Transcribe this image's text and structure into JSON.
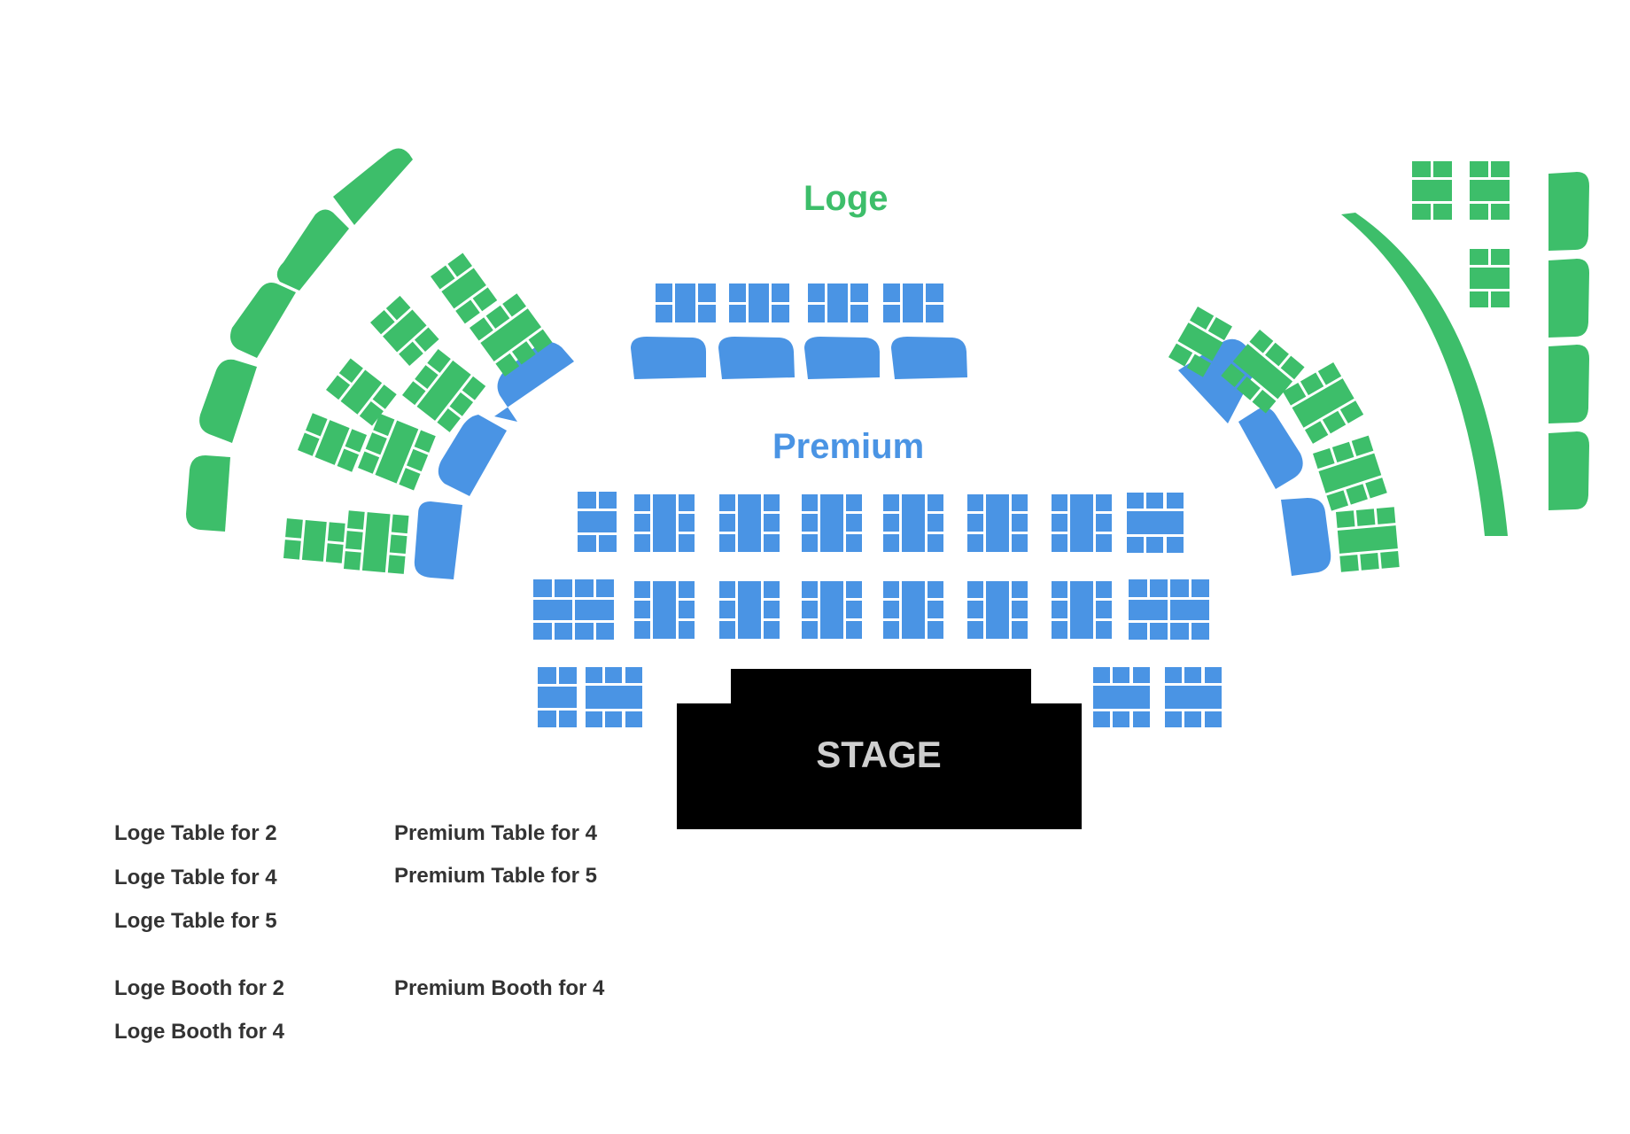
{
  "colors": {
    "loge": "#3dbe6a",
    "premium": "#4a94e4",
    "stage": "#000000",
    "stage_text": "#cfcfcf",
    "legend_text": "#333333"
  },
  "labels": {
    "loge": "Loge",
    "premium": "Premium",
    "stage": "STAGE"
  },
  "legend": {
    "loge": [
      {
        "label": "Loge Table for 2"
      },
      {
        "label": "Loge Table for 4"
      },
      {
        "label": "Loge Table for 5"
      },
      {
        "label": "Loge Booth for 2"
      },
      {
        "label": "Loge Booth for 4"
      }
    ],
    "premium": [
      {
        "label": "Premium Table for 4"
      },
      {
        "label": "Premium Table for 5"
      },
      {
        "label": "Premium Booth for 4"
      }
    ]
  },
  "sections": {
    "premium_top_tables": 4,
    "premium_top_booths": 4,
    "premium_row1_tables": 8,
    "premium_row2_tables": 8,
    "premium_front_tables": 4,
    "premium_side_booths_each": 3,
    "loge_left_outer_booths": 5,
    "loge_left_tables": 10,
    "loge_right_tables": 6,
    "loge_right_booths": 4,
    "loge_right_small_tables": 3
  }
}
